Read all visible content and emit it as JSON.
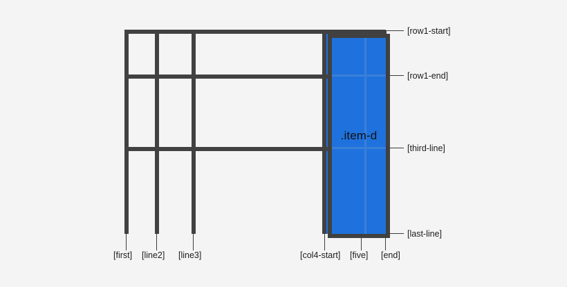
{
  "figure": {
    "title": "CSS Grid named line diagram",
    "background_color": "#f4f4f4",
    "grid_line_color": "#414141",
    "item_color": "#1f72dd",
    "tick_color": "#3c3c3c",
    "text_color": "#1b1b1b"
  },
  "grid": {
    "columns": 5,
    "rows": 3,
    "item": {
      "label": ".item-d",
      "column_start": "col4-start",
      "column_end": "end",
      "row_start": "row1-start",
      "row_end": "last-line"
    }
  },
  "row_lines": [
    {
      "name": "[row1-start]",
      "index": 1
    },
    {
      "name": "[row1-end]",
      "index": 2
    },
    {
      "name": "[third-line]",
      "index": 3
    },
    {
      "name": "[last-line]",
      "index": 4
    }
  ],
  "column_lines": [
    {
      "name": "[first]",
      "index": 1
    },
    {
      "name": "[line2]",
      "index": 2
    },
    {
      "name": "[line3]",
      "index": 3
    },
    {
      "name": "[col4-start]",
      "index": 4
    },
    {
      "name": "[five]",
      "index": 5
    },
    {
      "name": "[end]",
      "index": 6
    }
  ]
}
